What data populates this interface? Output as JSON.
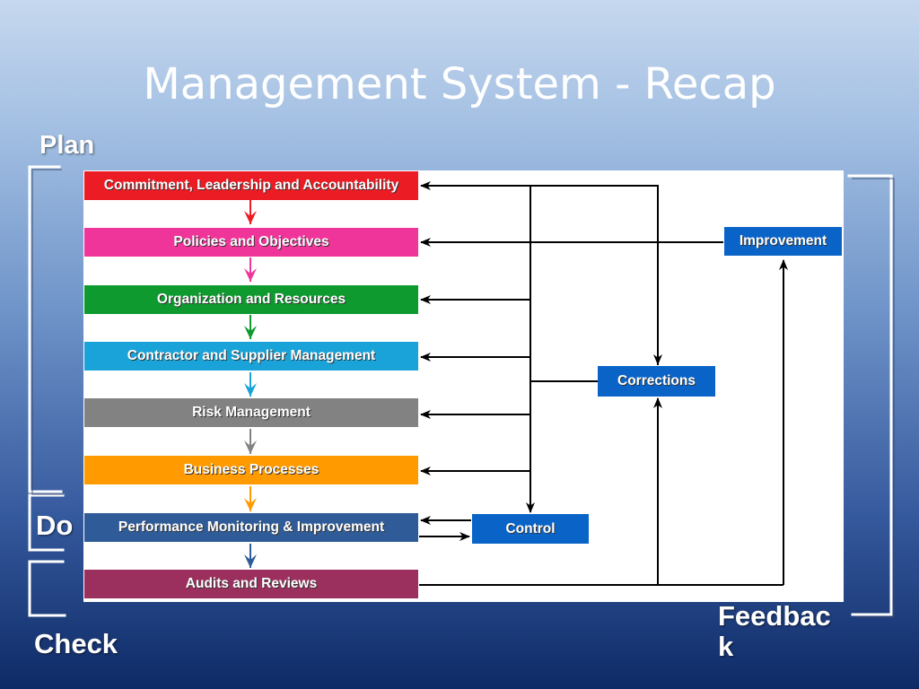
{
  "slide": {
    "title": "Management System - Recap",
    "labels": {
      "plan": "Plan",
      "do": "Do",
      "check": "Check",
      "feedback": "Feedbac\nk"
    }
  },
  "steps": [
    {
      "label": "Commitment, Leadership and Accountability",
      "color": "#ec1c24"
    },
    {
      "label": "Policies and Objectives",
      "color": "#f0359a"
    },
    {
      "label": "Organization and Resources",
      "color": "#0e9a2f"
    },
    {
      "label": "Contractor and Supplier Management",
      "color": "#1aa3d8"
    },
    {
      "label": "Risk Management",
      "color": "#828282"
    },
    {
      "label": "Business Processes",
      "color": "#ff9a00"
    },
    {
      "label": "Performance Monitoring & Improvement",
      "color": "#2f5c98"
    },
    {
      "label": "Audits and Reviews",
      "color": "#9b305e"
    }
  ],
  "boxes": {
    "improvement": "Improvement",
    "corrections": "Corrections",
    "control": "Control"
  },
  "colors": {
    "box_blue": "#0a64c8",
    "line": "#000000"
  }
}
